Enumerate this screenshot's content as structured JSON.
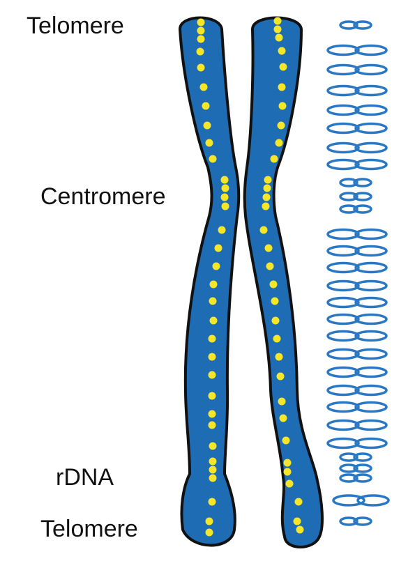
{
  "labels": {
    "telomere_top": "Telomere",
    "centromere": "Centromere",
    "rdna": "rDNA",
    "telomere_bottom": "Telomere"
  },
  "colors": {
    "chromatid_fill": "#1e6cb4",
    "chromatid_outline": "#111111",
    "marker_dot": "#f5e62a",
    "loop_stroke": "#2a78c4"
  }
}
